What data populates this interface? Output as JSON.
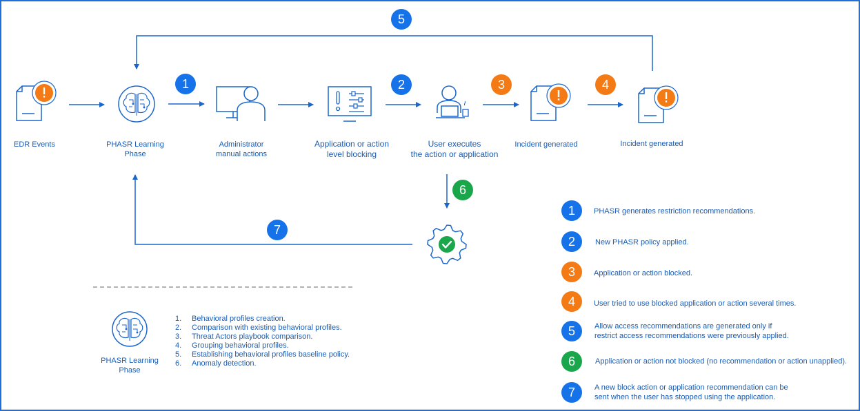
{
  "colors": {
    "border": "#1e6fd9",
    "line": "#1a66cc",
    "text": "#1a5bb3",
    "blue_badge": "#1572e8",
    "orange_badge": "#f37a14",
    "green_badge": "#1aa64a"
  },
  "flow": {
    "nodes": [
      {
        "id": "edr",
        "icon": "document-alert-icon",
        "label": "EDR Events"
      },
      {
        "id": "phasr",
        "icon": "brain-icon",
        "label": "PHASR Learning\nPhase"
      },
      {
        "id": "admin",
        "icon": "admin-workstation-icon",
        "label": "Administrator\nmanual actions"
      },
      {
        "id": "blocking",
        "icon": "blocking-policy-icon",
        "label": "Application or action\nlevel blocking"
      },
      {
        "id": "user",
        "icon": "user-laptop-icon",
        "label": "User executes\nthe action or application"
      },
      {
        "id": "incident1",
        "icon": "document-alert-icon",
        "label": "Incident generated"
      },
      {
        "id": "incident2",
        "icon": "document-alert-icon",
        "label": "Incident generated"
      },
      {
        "id": "success",
        "icon": "gear-check-icon",
        "label": ""
      }
    ],
    "badges": [
      "1",
      "2",
      "3",
      "4",
      "5",
      "6",
      "7"
    ]
  },
  "legend": [
    {
      "num": "1",
      "color": "blue",
      "text": "PHASR generates restriction recommendations."
    },
    {
      "num": "2",
      "color": "blue",
      "text": "New PHASR policy applied."
    },
    {
      "num": "3",
      "color": "orange",
      "text": "Application or action blocked."
    },
    {
      "num": "4",
      "color": "orange",
      "text": "User tried to use blocked application or action several times."
    },
    {
      "num": "5",
      "color": "blue",
      "text": "Allow access recommendations are generated only if\nrestrict access recommendations were previously applied."
    },
    {
      "num": "6",
      "color": "green",
      "text": "Application or action not blocked (no recommendation or action unapplied)."
    },
    {
      "num": "7",
      "color": "blue",
      "text": "A new block action or application recommendation can be\nsent when the user has stopped using the application."
    }
  ],
  "phase_box": {
    "label": "PHASR Learning\nPhase",
    "steps": [
      {
        "num": "1.",
        "text": "Behavioral profiles creation."
      },
      {
        "num": "2.",
        "text": "Comparison with existing behavioral profiles."
      },
      {
        "num": "3.",
        "text": "Threat Actors playbook comparison."
      },
      {
        "num": "4.",
        "text": "Grouping behavioral profiles."
      },
      {
        "num": "5.",
        "text": "Establishing behavioral profiles baseline policy."
      },
      {
        "num": "6.",
        "text": "Anomaly detection."
      }
    ]
  }
}
